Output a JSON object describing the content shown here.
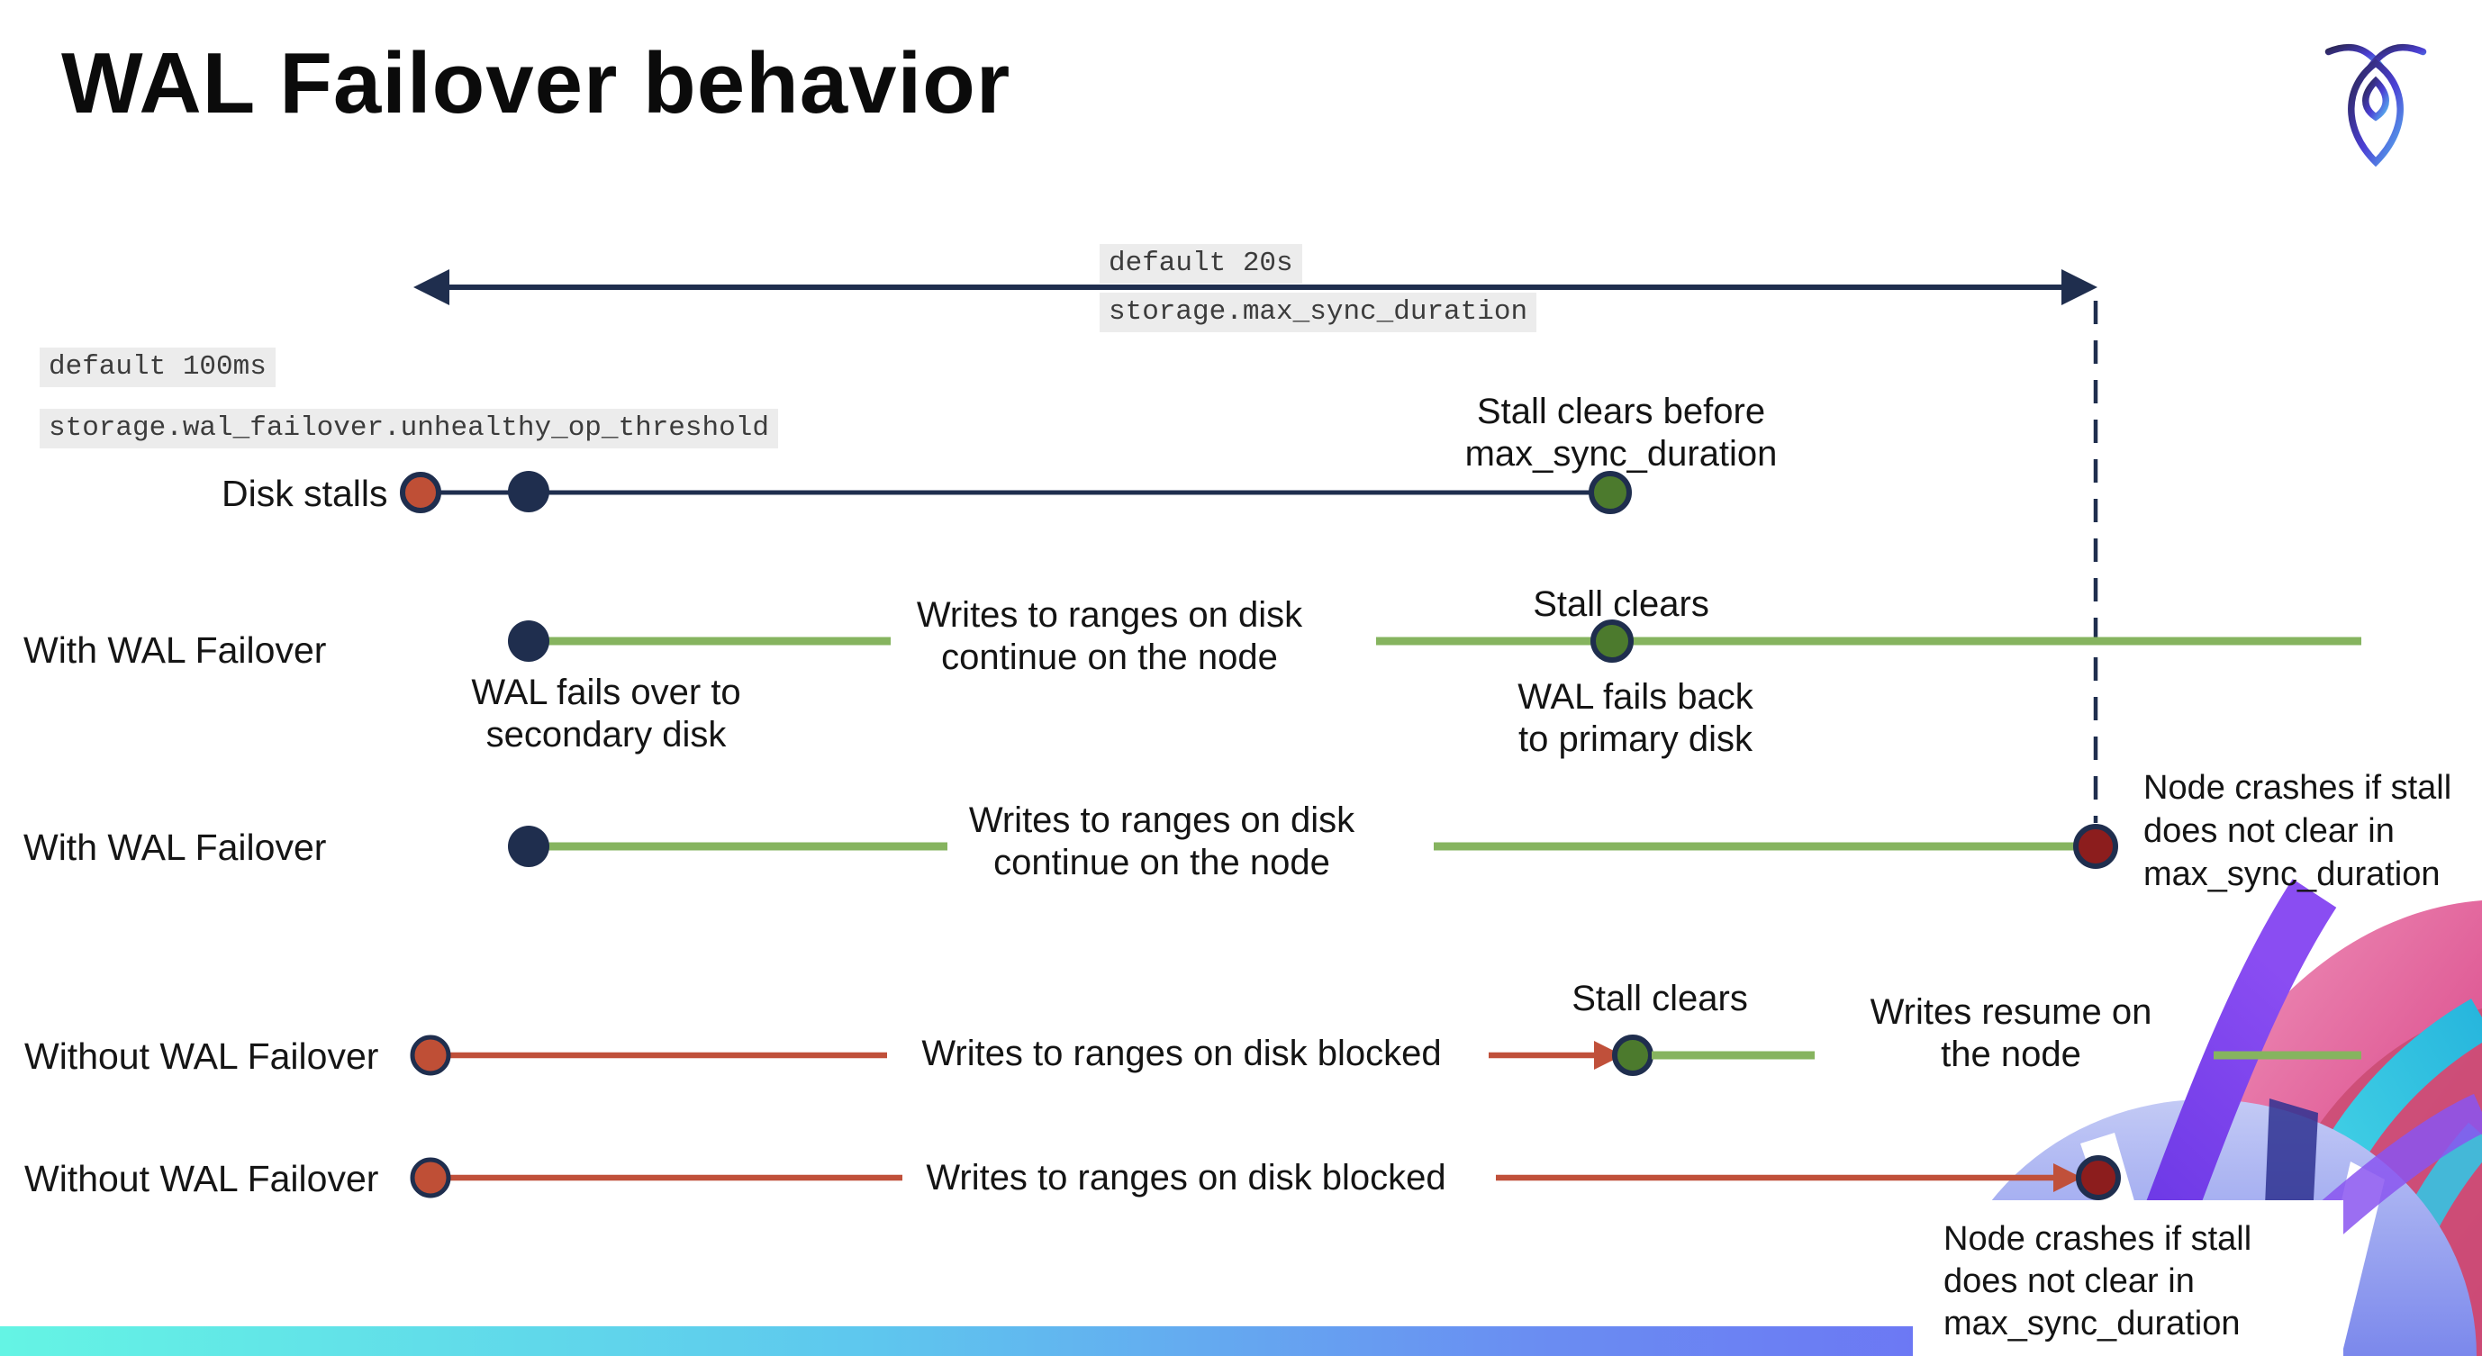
{
  "title": "WAL Failover behavior",
  "logo": "cockroachdb-logo",
  "settings": {
    "max_sync_duration": {
      "default_line": "default 20s",
      "setting_line": "storage.max_sync_duration"
    },
    "unhealthy_op_threshold": {
      "default_line": "default 100ms",
      "setting_line": "storage.wal_failover.unhealthy_op_threshold"
    }
  },
  "rows": [
    {
      "label": "Disk stalls"
    },
    {
      "label": "With WAL Failover"
    },
    {
      "label": "With WAL Failover"
    },
    {
      "label": "Without WAL Failover"
    },
    {
      "label": "Without WAL Failover"
    }
  ],
  "annotations": {
    "stall_clears_before": "Stall clears before\nmax_sync_duration",
    "wal_fails_over": "WAL fails over to\nsecondary disk",
    "writes_continue_1": "Writes to ranges on disk\ncontinue on the node",
    "stall_clears_row2": "Stall clears",
    "wal_fails_back": "WAL fails  back\nto primary disk",
    "writes_continue_2": "Writes to ranges on disk\ncontinue on the node",
    "node_crashes_1": "Node crashes if stall\ndoes not clear in\nmax_sync_duration",
    "writes_blocked_1": "Writes to ranges on disk  blocked",
    "stall_clears_row4": "Stall clears",
    "writes_resume": "Writes resume on\nthe node",
    "writes_blocked_2": "Writes to ranges on disk  blocked",
    "node_crashes_2": "Node crashes if stall\ndoes not clear in\nmax_sync_duration"
  },
  "colors": {
    "navy": "#1f2e4e",
    "green_line": "#86b45f",
    "green_dot": "#4c7a2d",
    "orange_dot": "#bf4f36",
    "dark_red_dot": "#8c1d1d",
    "red_line": "#c0503a",
    "code_background": "#ececec",
    "bottom_bar_gradient": [
      "#64f4e4",
      "#5ec7ee",
      "#6a8df2",
      "#6e59f6"
    ]
  }
}
